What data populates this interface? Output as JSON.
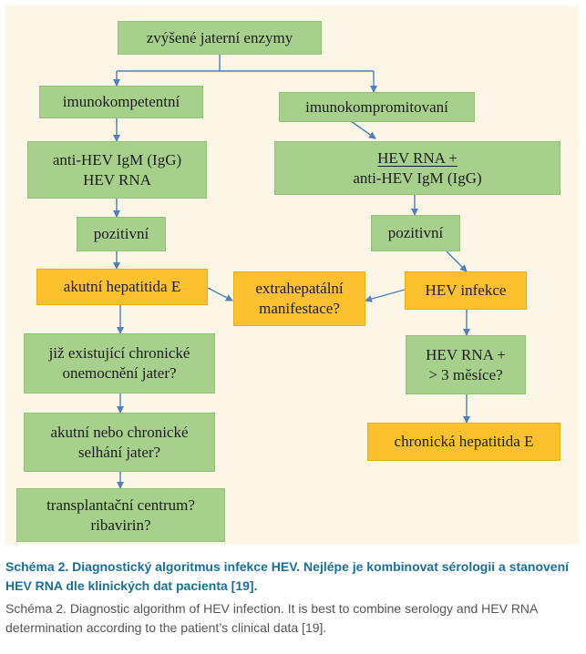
{
  "nodes": {
    "elevated_enzymes": "zvýšené jaterní enzymy",
    "immunocompetent": "imunokompetentní",
    "immunocompromised": "imunokompromitovaní",
    "antihev_hevrna": "anti-HEV IgM (IgG)\nHEV RNA",
    "hevrna_plus": "HEV RNA +",
    "antihev_igm": "anti-HEV IgM (IgG)",
    "positive_left": "pozitivní",
    "positive_right": "pozitivní",
    "acute_hepatitis": "akutní hepatitida E",
    "extrahepatic": "extrahepatální\nmanifestace?",
    "hev_infection": "HEV infekce",
    "chronic_liver": "již existující chronické\nonemocnění jater?",
    "hevrna_3months": "HEV RNA +\n> 3 měsíce?",
    "liver_failure": "akutní nebo chronické\nselhání jater?",
    "chronic_hepatitis": "chronická hepatitida E",
    "transplant": "transplantační centrum?\nribavirin?"
  },
  "colors": {
    "green": "#a8d08d",
    "orange": "#fbc02d",
    "arrow": "#4f7fc0",
    "panel": "#fbf6e6",
    "caption_cz": "#1a6f9b"
  },
  "caption": {
    "cz": "Schéma 2. Diagnostický algoritmus infekce HEV. Nejlépe je kombinovat sérologii a stanovení HEV RNA dle klinických dat pacienta [19].",
    "en": "Schéma 2. Diagnostic algorithm of HEV infection. It is best to combine serology and HEV RNA determination according to the patient’s clinical data [19]."
  }
}
